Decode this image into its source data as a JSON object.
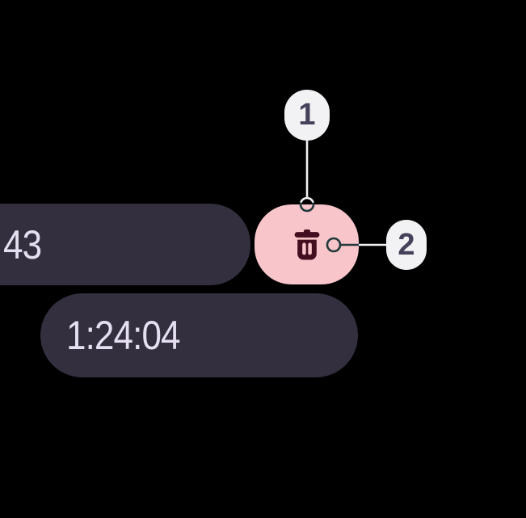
{
  "screen": {
    "background": "#000000"
  },
  "timer_chips": {
    "partial_time": "43",
    "full_time": "1:24:04",
    "chip_background": "#342F3E",
    "chip_text_color": "#E6DFF2"
  },
  "delete_button": {
    "icon": "trash-icon",
    "background": "#F8C5CA",
    "icon_color": "#430E20"
  },
  "callouts": {
    "one": {
      "label": "1"
    },
    "two": {
      "label": "2"
    },
    "badge_background": "#F2F1F4",
    "badge_text_color": "#45415A",
    "leader_line_light": "#F2F1F4",
    "leader_line_dark": "#21393B"
  }
}
